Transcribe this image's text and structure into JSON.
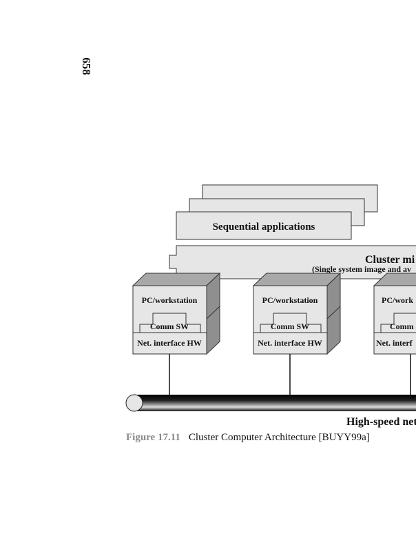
{
  "page_number": "658",
  "diagram": {
    "apps_label": "Sequential applications",
    "middleware_title": "Cluster mi",
    "middleware_subtitle": "(Single system image and av",
    "nodes": [
      {
        "title": "PC/workstation",
        "comm": "Comm SW",
        "nic": "Net. interface HW"
      },
      {
        "title": "PC/workstation",
        "comm": "Comm SW",
        "nic": "Net. interface HW"
      },
      {
        "title": "PC/work",
        "comm": "Comm",
        "nic": "Net. interf"
      }
    ],
    "network_label": "High-speed net"
  },
  "caption": {
    "figure_number": "Figure 17.11",
    "text": "Cluster Computer Architecture [BUYY99a]"
  },
  "colors": {
    "box_fill": "#e6e6e6",
    "side_fill": "#8f8f8f",
    "top_fill": "#a8a8a8"
  }
}
